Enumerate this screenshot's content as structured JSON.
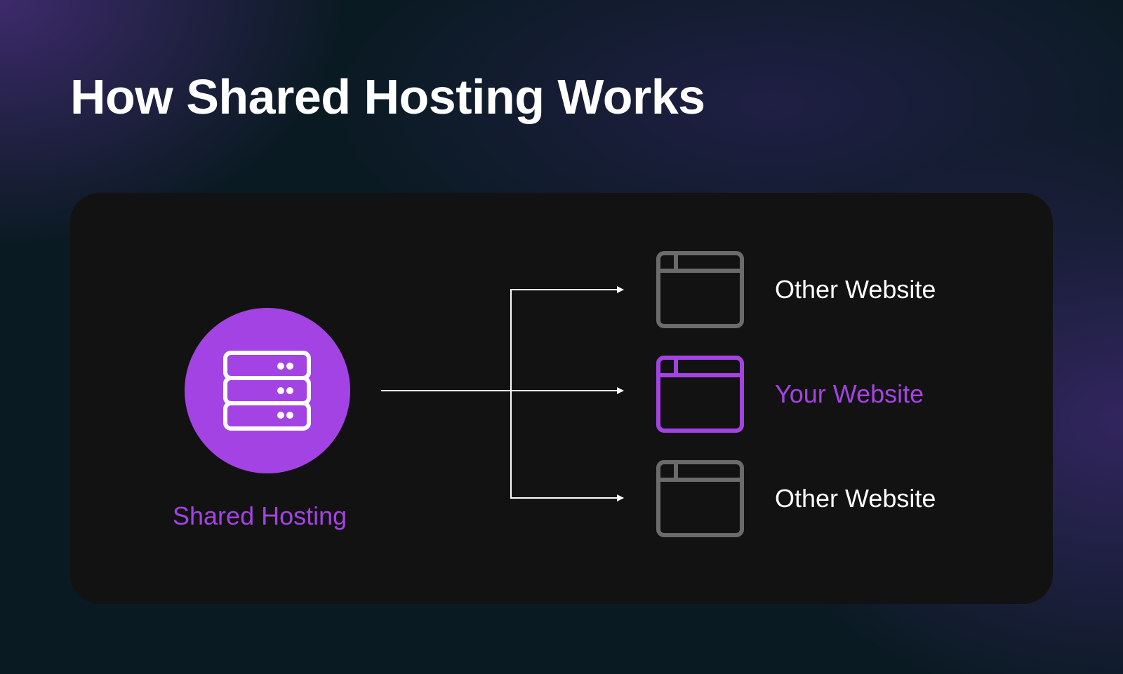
{
  "title": "How Shared Hosting Works",
  "colors": {
    "accent": "#a443e3",
    "other": "#6b6b6b",
    "card": "#121212"
  },
  "server": {
    "label": "Shared Hosting",
    "icon": "server-icon"
  },
  "websites": [
    {
      "label": "Other Website",
      "highlight": false
    },
    {
      "label": "Your Website",
      "highlight": true
    },
    {
      "label": "Other Website",
      "highlight": false
    }
  ]
}
